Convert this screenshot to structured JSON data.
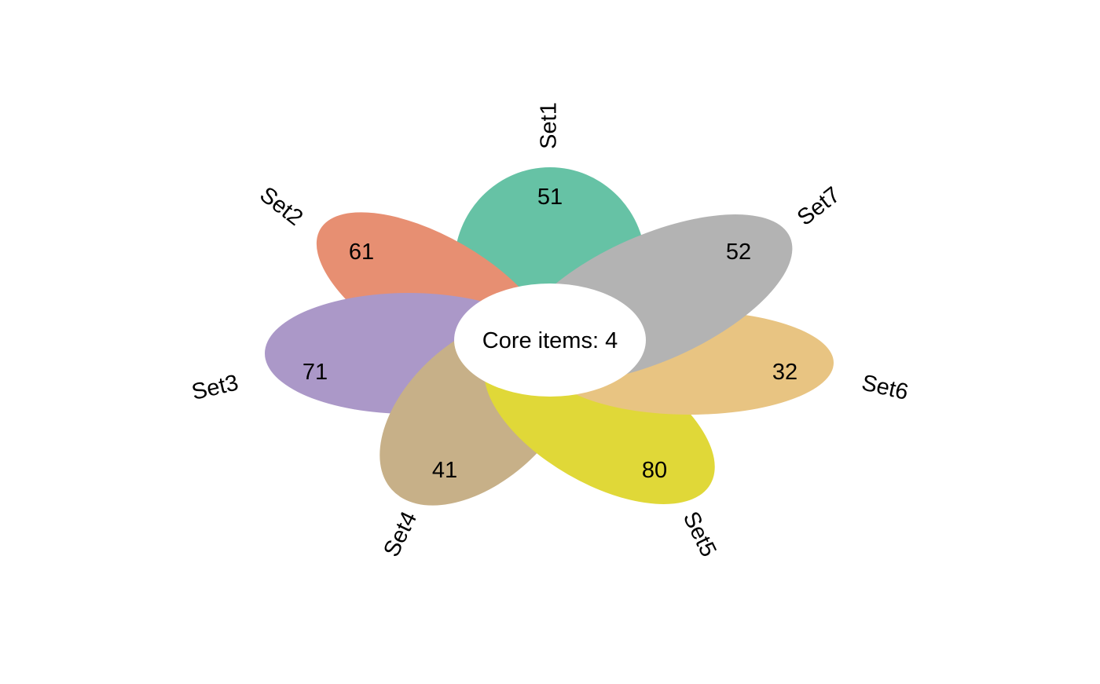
{
  "diagram": {
    "type": "flower-venn",
    "core": {
      "label": "Core items: 4",
      "count": 4,
      "color": "#ffffff"
    },
    "sets": [
      {
        "name": "Set1",
        "unique_count": "51",
        "color": "#66c2a5"
      },
      {
        "name": "Set2",
        "unique_count": "61",
        "color": "#e78f72"
      },
      {
        "name": "Set3",
        "unique_count": "71",
        "color": "#ab98c8"
      },
      {
        "name": "Set4",
        "unique_count": "41",
        "color": "#c7b088"
      },
      {
        "name": "Set5",
        "unique_count": "80",
        "color": "#e0d838"
      },
      {
        "name": "Set6",
        "unique_count": "32",
        "color": "#e8c482"
      },
      {
        "name": "Set7",
        "unique_count": "52",
        "color": "#b3b3b3"
      }
    ]
  }
}
